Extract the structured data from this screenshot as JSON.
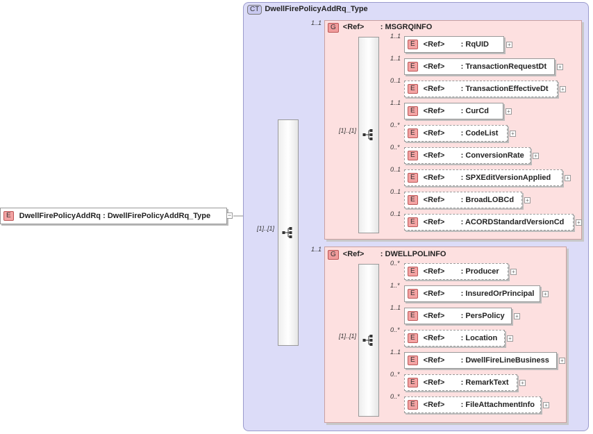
{
  "root": {
    "tag": "E",
    "name": "DwellFirePolicyAddRq",
    "type": ": DwellFirePolicyAddRq_Type",
    "cardinality": "[1]..[1]"
  },
  "complex_type": {
    "tag": "CT",
    "name": "DwellFirePolicyAddRq_Type"
  },
  "groups": [
    {
      "tag": "G",
      "ref": "<Ref>",
      "name": ": MSGRQINFO",
      "cardinality": "1..1",
      "seq_cardinality": "[1]..[1]",
      "elements": [
        {
          "tag": "E",
          "ref": "<Ref>",
          "name": ": RqUID",
          "cardinality": "1..1",
          "optional": false
        },
        {
          "tag": "E",
          "ref": "<Ref>",
          "name": ": TransactionRequestDt",
          "cardinality": "1..1",
          "optional": false
        },
        {
          "tag": "E",
          "ref": "<Ref>",
          "name": ": TransactionEffectiveDt",
          "cardinality": "0..1",
          "optional": true
        },
        {
          "tag": "E",
          "ref": "<Ref>",
          "name": ": CurCd",
          "cardinality": "1..1",
          "optional": false
        },
        {
          "tag": "E",
          "ref": "<Ref>",
          "name": ": CodeList",
          "cardinality": "0..*",
          "optional": true
        },
        {
          "tag": "E",
          "ref": "<Ref>",
          "name": ": ConversionRate",
          "cardinality": "0..*",
          "optional": true
        },
        {
          "tag": "E",
          "ref": "<Ref>",
          "name": ": SPXEditVersionApplied",
          "cardinality": "0..1",
          "optional": true
        },
        {
          "tag": "E",
          "ref": "<Ref>",
          "name": ": BroadLOBCd",
          "cardinality": "0..1",
          "optional": true
        },
        {
          "tag": "E",
          "ref": "<Ref>",
          "name": ": ACORDStandardVersionCd",
          "cardinality": "0..1",
          "optional": true
        }
      ]
    },
    {
      "tag": "G",
      "ref": "<Ref>",
      "name": ": DWELLPOLINFO",
      "cardinality": "1..1",
      "seq_cardinality": "[1]..[1]",
      "elements": [
        {
          "tag": "E",
          "ref": "<Ref>",
          "name": ": Producer",
          "cardinality": "0..*",
          "optional": true
        },
        {
          "tag": "E",
          "ref": "<Ref>",
          "name": ": InsuredOrPrincipal",
          "cardinality": "1..*",
          "optional": false
        },
        {
          "tag": "E",
          "ref": "<Ref>",
          "name": ": PersPolicy",
          "cardinality": "1..1",
          "optional": false
        },
        {
          "tag": "E",
          "ref": "<Ref>",
          "name": ": Location",
          "cardinality": "0..*",
          "optional": true
        },
        {
          "tag": "E",
          "ref": "<Ref>",
          "name": ": DwellFireLineBusiness",
          "cardinality": "1..1",
          "optional": false
        },
        {
          "tag": "E",
          "ref": "<Ref>",
          "name": ": RemarkText",
          "cardinality": "0..*",
          "optional": true
        },
        {
          "tag": "E",
          "ref": "<Ref>",
          "name": ": FileAttachmentInfo",
          "cardinality": "0..*",
          "optional": true
        }
      ]
    }
  ],
  "colors": {
    "complex_type_bg": "#dcdcf8",
    "group_bg": "#fde0e0",
    "tag_bg": "#f3a3a3"
  }
}
